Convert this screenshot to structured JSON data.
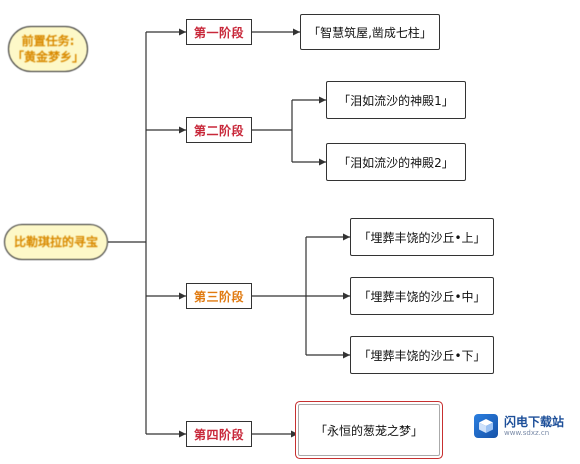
{
  "precondition": {
    "line1": "前置任务:",
    "line2": "「黄金梦乡」"
  },
  "root": {
    "label": "比勒琪拉的寻宝"
  },
  "stages": [
    {
      "label": "第一阶段",
      "items": [
        "「智慧筑屋,凿成七柱」"
      ]
    },
    {
      "label": "第二阶段",
      "items": [
        "「泪如流沙的神殿1」",
        "「泪如流沙的神殿2」"
      ]
    },
    {
      "label": "第三阶段",
      "items": [
        "「埋葬丰饶的沙丘•上」",
        "「埋葬丰饶的沙丘•中」",
        "「埋葬丰饶的沙丘•下」"
      ]
    },
    {
      "label": "第四阶段",
      "items": [
        "「永恒的葱茏之梦」"
      ]
    }
  ],
  "watermark": {
    "title": "闪电下载站",
    "subtitle": "www.sdxz.cn"
  },
  "colors": {
    "stage_text": "#c8283a",
    "stage_text_orange": "#e07a10",
    "cloud_fill": "#fdf8c8",
    "highlight_border": "#c73030"
  }
}
